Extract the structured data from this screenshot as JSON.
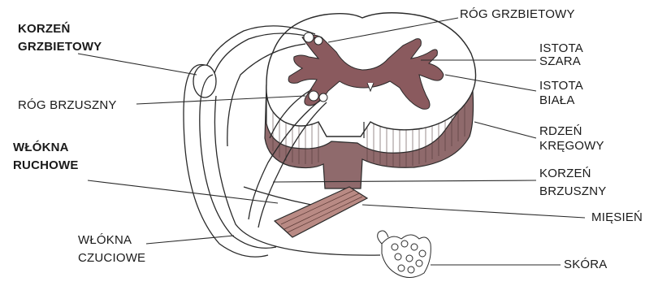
{
  "labels": {
    "dorsal_horn_top": "RÓG GRZBIETOWY",
    "dorsal_root_1": "KORZEŃ",
    "dorsal_root_2": "GRZBIETOWY",
    "gray_matter_1": "ISTOTA",
    "gray_matter_2": "SZARA",
    "white_matter_1": "ISTOTA",
    "white_matter_2": "BIAŁA",
    "ventral_horn": "RÓG BRZUSZNY",
    "spinal_cord_1": "RDZEŃ",
    "spinal_cord_2": "KRĘGOWY",
    "motor_fibers_1": "WŁÓKNA",
    "motor_fibers_2": "RUCHOWE",
    "ventral_root_1": "KORZEŃ",
    "ventral_root_2": "BRZUSZNY",
    "muscle": "MIĘSIEŃ",
    "sensory_fibers_1": "WŁÓKNA",
    "sensory_fibers_2": "CZUCIOWE",
    "skin": "SKÓRA"
  },
  "colors": {
    "gray_matter": "#8a5a5e",
    "cord_side": "#8f6a6c",
    "muscle": "#b98a84",
    "line": "#3a3a3a",
    "text": "#1a1a1a"
  }
}
